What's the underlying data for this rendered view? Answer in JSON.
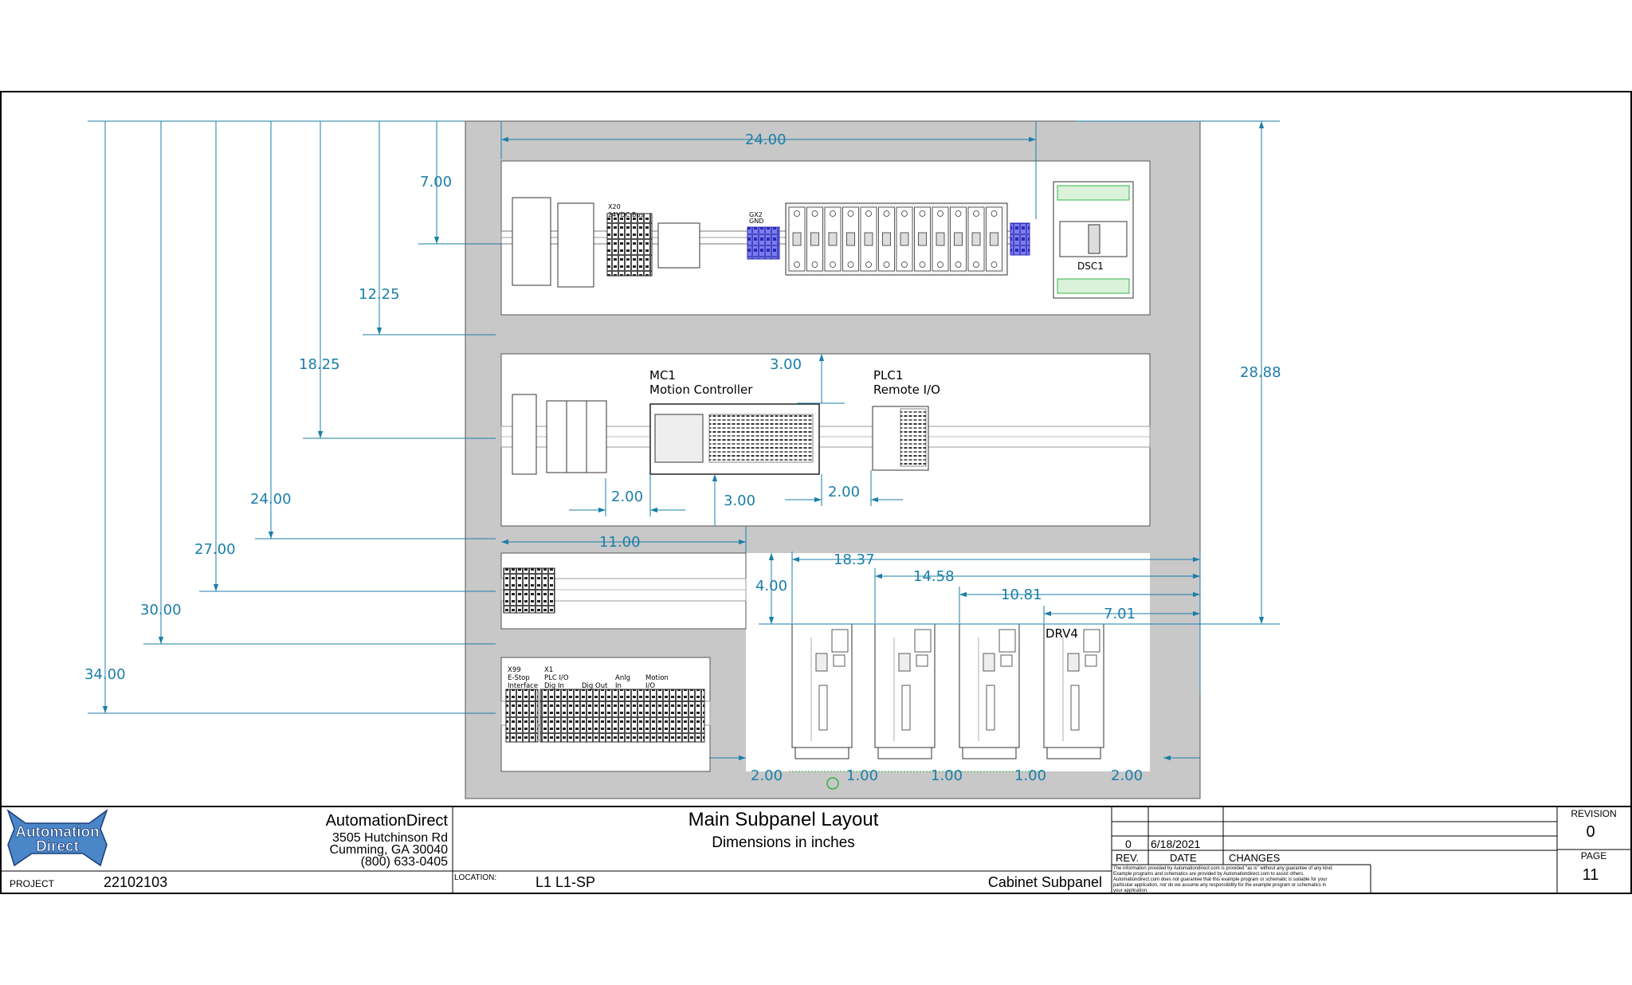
{
  "colors": {
    "dimension": "#1b7ea8",
    "rail": "#c8c8c8",
    "terminal_blue": "#5a5ae6",
    "green": "#36b14a"
  },
  "vertical_dims": [
    "7.00",
    "12.25",
    "18.25",
    "24.00",
    "27.00",
    "30.00",
    "34.00"
  ],
  "top_dims": {
    "width": "24.00",
    "height": "28.88"
  },
  "row2_dims": {
    "top_gap": "3.00",
    "left_gap": "2.00",
    "bottom_gap": "3.00",
    "right_gap": "2.00",
    "left_extent": "11.00"
  },
  "drive_dims": {
    "d1": "18.37",
    "d2": "14.58",
    "d3": "10.81",
    "d4": "7.01",
    "v_gap": "4.00"
  },
  "bottom_dims": [
    "2.00",
    "1.00",
    "1.00",
    "1.00",
    "2.00"
  ],
  "labels": {
    "x20": "X20",
    "x20_bus": "24VDC Bus",
    "gx2": "GX2",
    "gnd": "GND",
    "dsc1": "DSC1",
    "mc1": "MC1",
    "mc1_desc": "Motion Controller",
    "plc1": "PLC1",
    "plc1_desc": "Remote I/O",
    "drv4": "DRV4",
    "x99": "X99",
    "estop": "E-Stop",
    "interface": "Interface",
    "x1": "X1",
    "plcio": "PLC I/O",
    "digin": "Dig In",
    "digout": "Dig Out",
    "anlg": "Anlg",
    "anlg_in": "In",
    "motion": "Motion",
    "motion_io": "I/O"
  },
  "title_block": {
    "logo_top": "Automation",
    "logo_bottom": "Direct",
    "company": "AutomationDirect",
    "address1": "3505 Hutchinson Rd",
    "address2": "Cumming, GA 30040",
    "phone": "(800) 633-0405",
    "project_label": "PROJECT",
    "project_value": "22102103",
    "title": "Main Subpanel Layout",
    "subtitle": "Dimensions in inches",
    "location_label": "LOCATION:",
    "location_value": "L1 L1-SP",
    "drawing_type": "Cabinet Subpanel",
    "rev_number": "0",
    "rev_date": "6/18/2021",
    "rev_header": "REV.",
    "date_header": "DATE",
    "changes_header": "CHANGES",
    "revision_label": "REVISION",
    "revision_value": "0",
    "page_label": "PAGE",
    "page_value": "11",
    "disclaimer_1": "The information provided by Automationdirect.com is provided \"as is\" without any guarantee of any kind.",
    "disclaimer_2": "Example programs and schematics are provided by Automationdirect.com to assist others.",
    "disclaimer_3": "Automationdirect.com does not guarantee that this example program or schematic is suitable for your",
    "disclaimer_4": "particular application, nor do we assume any responsibility for the example program or schematics in",
    "disclaimer_5": "your application."
  }
}
